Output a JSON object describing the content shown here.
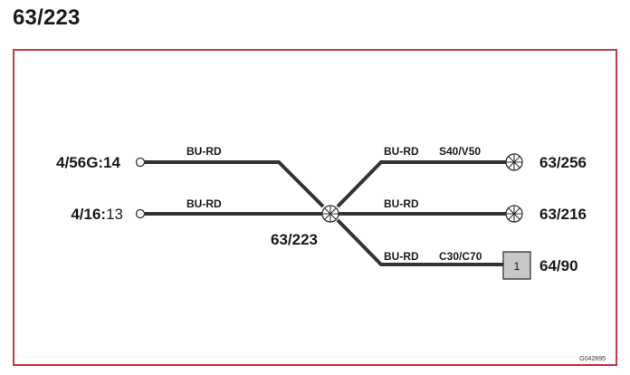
{
  "title": "63/223",
  "accent_color": "#c8354f",
  "left_connectors": [
    {
      "label": "4/56G:14"
    },
    {
      "label_bold": "4/16:",
      "label_thin": "13"
    }
  ],
  "center_splice": {
    "label": "63/223"
  },
  "wires": [
    {
      "color": "BU-RD",
      "variant": ""
    },
    {
      "color": "BU-RD",
      "variant": ""
    },
    {
      "color": "BU-RD",
      "variant": "S40/V50"
    },
    {
      "color": "BU-RD",
      "variant": ""
    },
    {
      "color": "BU-RD",
      "variant": "C30/C70"
    }
  ],
  "right_connectors": [
    {
      "label": "63/256",
      "symbol": "splice-icon"
    },
    {
      "label": "63/216",
      "symbol": "splice-icon"
    },
    {
      "label": "64/90",
      "symbol": "component-box",
      "pin": "1"
    }
  ],
  "figure_code": "G042895"
}
